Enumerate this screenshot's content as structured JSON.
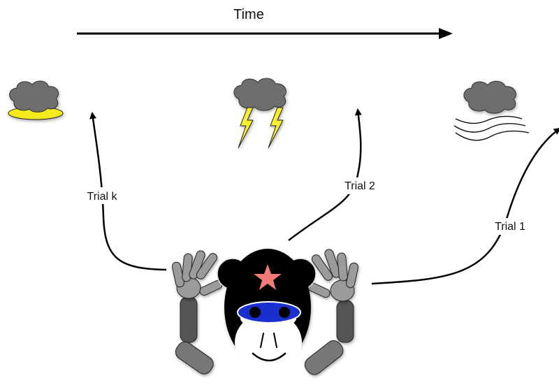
{
  "time_label": "Time",
  "trials": [
    {
      "label": "Trial k"
    },
    {
      "label": "Trial 2"
    },
    {
      "label": "Trial 1"
    }
  ],
  "colors": {
    "cloud": "#6e6e6e",
    "sun_glow": "#f5ea1c",
    "lightning": "#f7ef2a",
    "monkey_face": "#000000",
    "monkey_muzzle": "#ffffff",
    "eye_band": "#1a2fd0",
    "star": "#f27b78",
    "hand_gray": "#9b9b9b",
    "arm_gray": "#555555"
  },
  "icons": [
    "cloud-sun-icon",
    "cloud-storm-icon",
    "cloud-wind-icon",
    "monkey-icon"
  ]
}
